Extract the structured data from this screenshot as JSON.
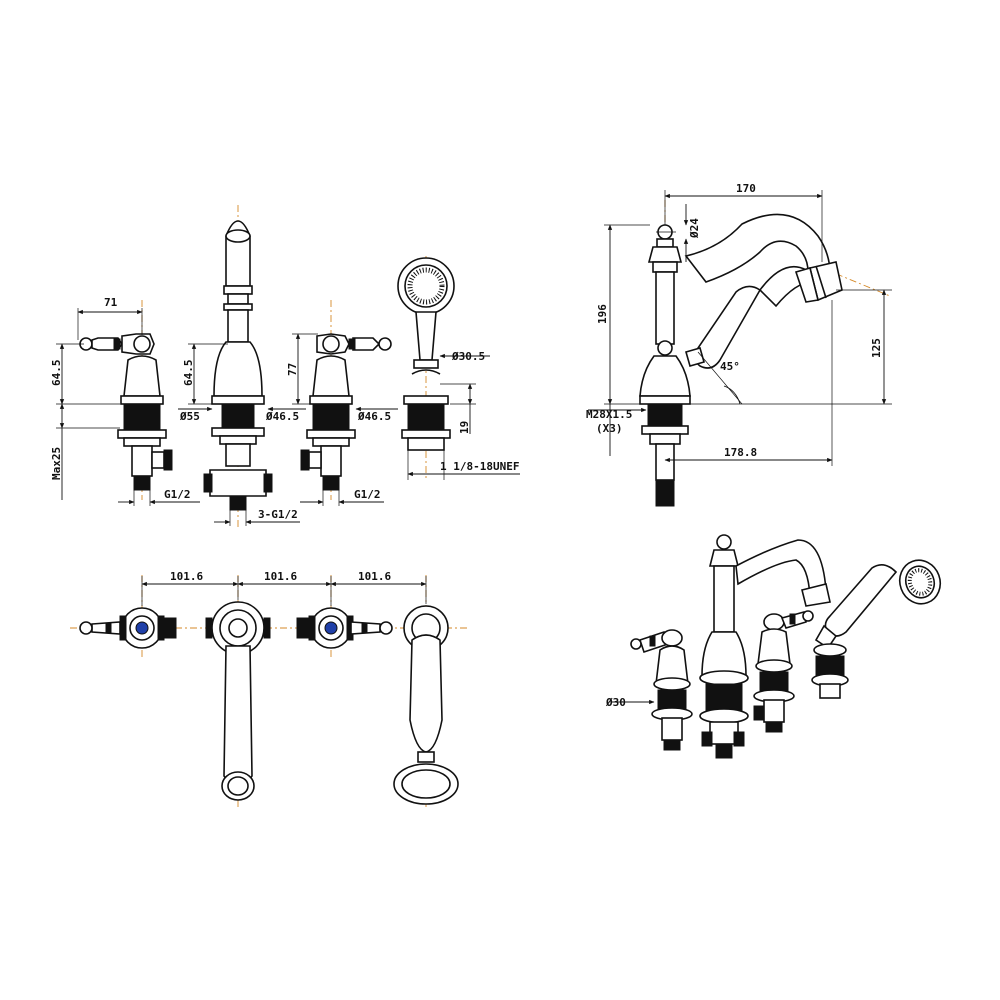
{
  "dimensions": {
    "handle_width": "71",
    "handle_height_left": "64.5",
    "spout_height_front": "64.5",
    "max_deck": "Max25",
    "dia_55": "Ø55",
    "dia_46_5_a": "Ø46.5",
    "dia_46_5_b": "Ø46.5",
    "height_77": "77",
    "dia_30_5": "Ø30.5",
    "height_19": "19",
    "thread_hose": "1 1/8-18UNEF",
    "g_half_left": "G1/2",
    "g_half_right": "G1/2",
    "three_g_half": "3-G1/2",
    "pitch_1": "101.6",
    "pitch_2": "101.6",
    "pitch_3": "101.6",
    "side_width_170": "170",
    "dia_24": "Ø24",
    "side_height_196": "196",
    "side_height_125": "125",
    "angle_45": "45°",
    "thread_m28": "M28X1.5",
    "thread_m28_qty": "(X3)",
    "side_reach_178_8": "178.8",
    "dia_30": "Ø30"
  },
  "colors": {
    "line": "#111111",
    "centerline": "#d58a2a",
    "handle_insert": "#1f3fa8",
    "background": "#ffffff"
  }
}
